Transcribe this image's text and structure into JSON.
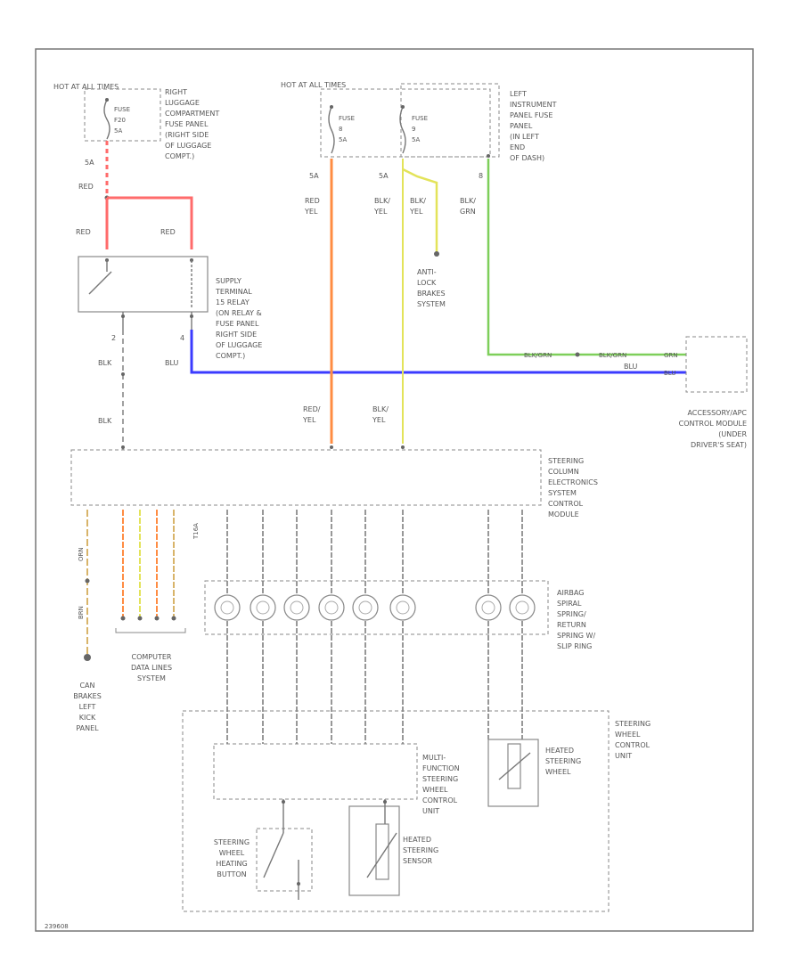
{
  "fuse_panels": {
    "hot_at_all_times": "HOT AT ALL TIMES",
    "hot_at_all_times_fuse": [
      "FUSE",
      "F20",
      "5A"
    ],
    "right_panel_desc": [
      "RIGHT",
      "LUGGAGE",
      "COMPARTMENT",
      "FUSE PANEL",
      "(RIGHT SIDE",
      "OF LUGGAGE",
      "COMPT.)"
    ],
    "hot_in_run": "HOT AT ALL TIMES",
    "fuse_a": [
      "FUSE",
      "8",
      "5A"
    ],
    "fuse_b": [
      "FUSE",
      "9",
      "5A"
    ],
    "left_panel_desc": [
      "LEFT",
      "INSTRUMENT",
      "PANEL FUSE",
      "PANEL",
      "(IN LEFT",
      "END",
      "OF DASH)"
    ]
  },
  "relay": {
    "desc": [
      "SUPPLY",
      "TERMINAL",
      "15 RELAY",
      "(ON RELAY &",
      "FUSE PANEL",
      "RIGHT SIDE",
      "OF LUGGAGE",
      "COMPT.)"
    ],
    "pin_left": "2",
    "pin_right": "4"
  },
  "wire_labels": {
    "red_top": "RED",
    "red_left": "RED",
    "red_right": "RED",
    "fuse_out": "5A",
    "blk_1": "BLK",
    "blu_1": "BLU",
    "blk_2": "BLK",
    "red_yel_top": [
      "RED",
      "YEL"
    ],
    "blk_yel_top": [
      "BLK/",
      "YEL"
    ],
    "blk_yel_abs": [
      "BLK/",
      "YEL"
    ],
    "blk_grn_top": [
      "BLK/",
      "GRN"
    ],
    "red_yel_bottom": [
      "RED/",
      "YEL"
    ],
    "blk_yel_bottom": [
      "BLK/",
      "YEL"
    ],
    "blk_grn_h1": "BLK/GRN",
    "blk_grn_h2": "BLK/GRN",
    "blu_h": "BLU",
    "grn_term": "GRN",
    "blu_term": "BLU",
    "num_5a_1": "5A",
    "num_5a_2": "5A",
    "num_8": "8",
    "bottom_pins": "T16A"
  },
  "abs": [
    "ANTI-",
    "LOCK",
    "BRAKES",
    "SYSTEM"
  ],
  "accessory": [
    "ACCESSORY/APC",
    "CONTROL MODULE",
    "(UNDER",
    "DRIVER'S SEAT)"
  ],
  "steering_module": [
    "STEERING",
    "COLUMN",
    "ELECTRONICS",
    "SYSTEM",
    "CONTROL",
    "MODULE"
  ],
  "airbag_spring": [
    "AIRBAG",
    "SPIRAL",
    "SPRING/",
    "RETURN",
    "SPRING W/",
    "SLIP RING"
  ],
  "can": [
    "CAN",
    "BRAKES",
    "LEFT",
    "KICK",
    "PANEL"
  ],
  "can_wire": [
    "ORN",
    "BRN"
  ],
  "computer": [
    "COMPUTER",
    "DATA LINES",
    "SYSTEM"
  ],
  "multi_function": [
    "MULTI-",
    "FUNCTION",
    "STEERING",
    "WHEEL",
    "CONTROL",
    "UNIT"
  ],
  "heated_wheel": [
    "HEATED",
    "STEERING",
    "WHEEL"
  ],
  "steering_wheel_cu": [
    "STEERING",
    "WHEEL",
    "CONTROL",
    "UNIT"
  ],
  "heated_sensor": [
    "HEATED",
    "STEERING",
    "SENSOR"
  ],
  "heating_button": [
    "STEERING",
    "WHEEL",
    "HEATING",
    "BUTTON"
  ],
  "diagram_id": "239608",
  "colors": {
    "red": "#ff6b6b",
    "blue": "#3b3bff",
    "orange": "#ff8c42",
    "yellow": "#e3e35a",
    "green": "#7ecf5a",
    "tan": "#d8b46a",
    "frame": "#777777"
  }
}
